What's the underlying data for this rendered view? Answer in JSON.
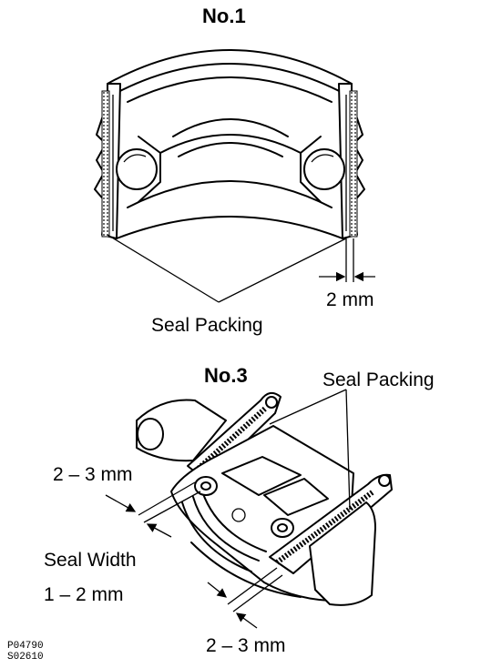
{
  "top": {
    "title": "No.1",
    "gap_label": "2 mm",
    "seal_label": "Seal Packing"
  },
  "bottom": {
    "title": "No.3",
    "seal_label": "Seal Packing",
    "gap_label_upper": "2 – 3 mm",
    "seal_width_label": "Seal Width",
    "seal_width_value": "1 – 2 mm",
    "gap_label_lower": "2 – 3 mm"
  },
  "codes": [
    "P04790",
    "S02610"
  ]
}
